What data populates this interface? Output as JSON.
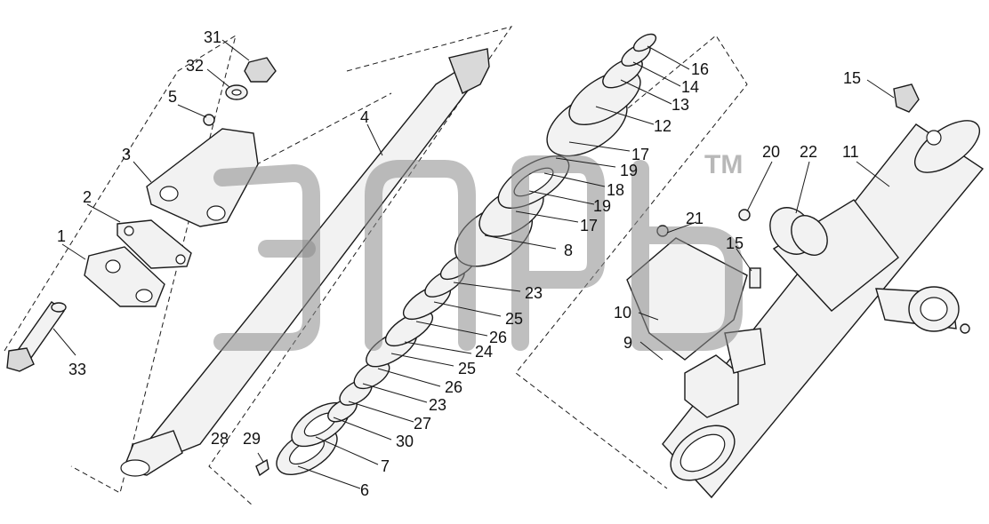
{
  "watermark": {
    "trademark": "TM"
  },
  "callouts": {
    "c1": "1",
    "c2": "2",
    "c3": "3",
    "c4": "4",
    "c5": "5",
    "c6": "6",
    "c7a": "7",
    "c8": "8",
    "c9": "9",
    "c10": "10",
    "c11": "11",
    "c12": "12",
    "c13": "13",
    "c14": "14",
    "c15a": "15",
    "c15b": "15",
    "c16": "16",
    "c17a": "17",
    "c17b": "17",
    "c18": "18",
    "c19a": "19",
    "c19b": "19",
    "c20": "20",
    "c21": "21",
    "c22": "22",
    "c23a": "23",
    "c23b": "23",
    "c24": "24",
    "c25a": "25",
    "c25b": "25",
    "c26a": "26",
    "c26b": "26",
    "c27": "27",
    "c28": "28",
    "c29": "29",
    "c30": "30",
    "c31": "31",
    "c32": "32",
    "c33": "33"
  }
}
